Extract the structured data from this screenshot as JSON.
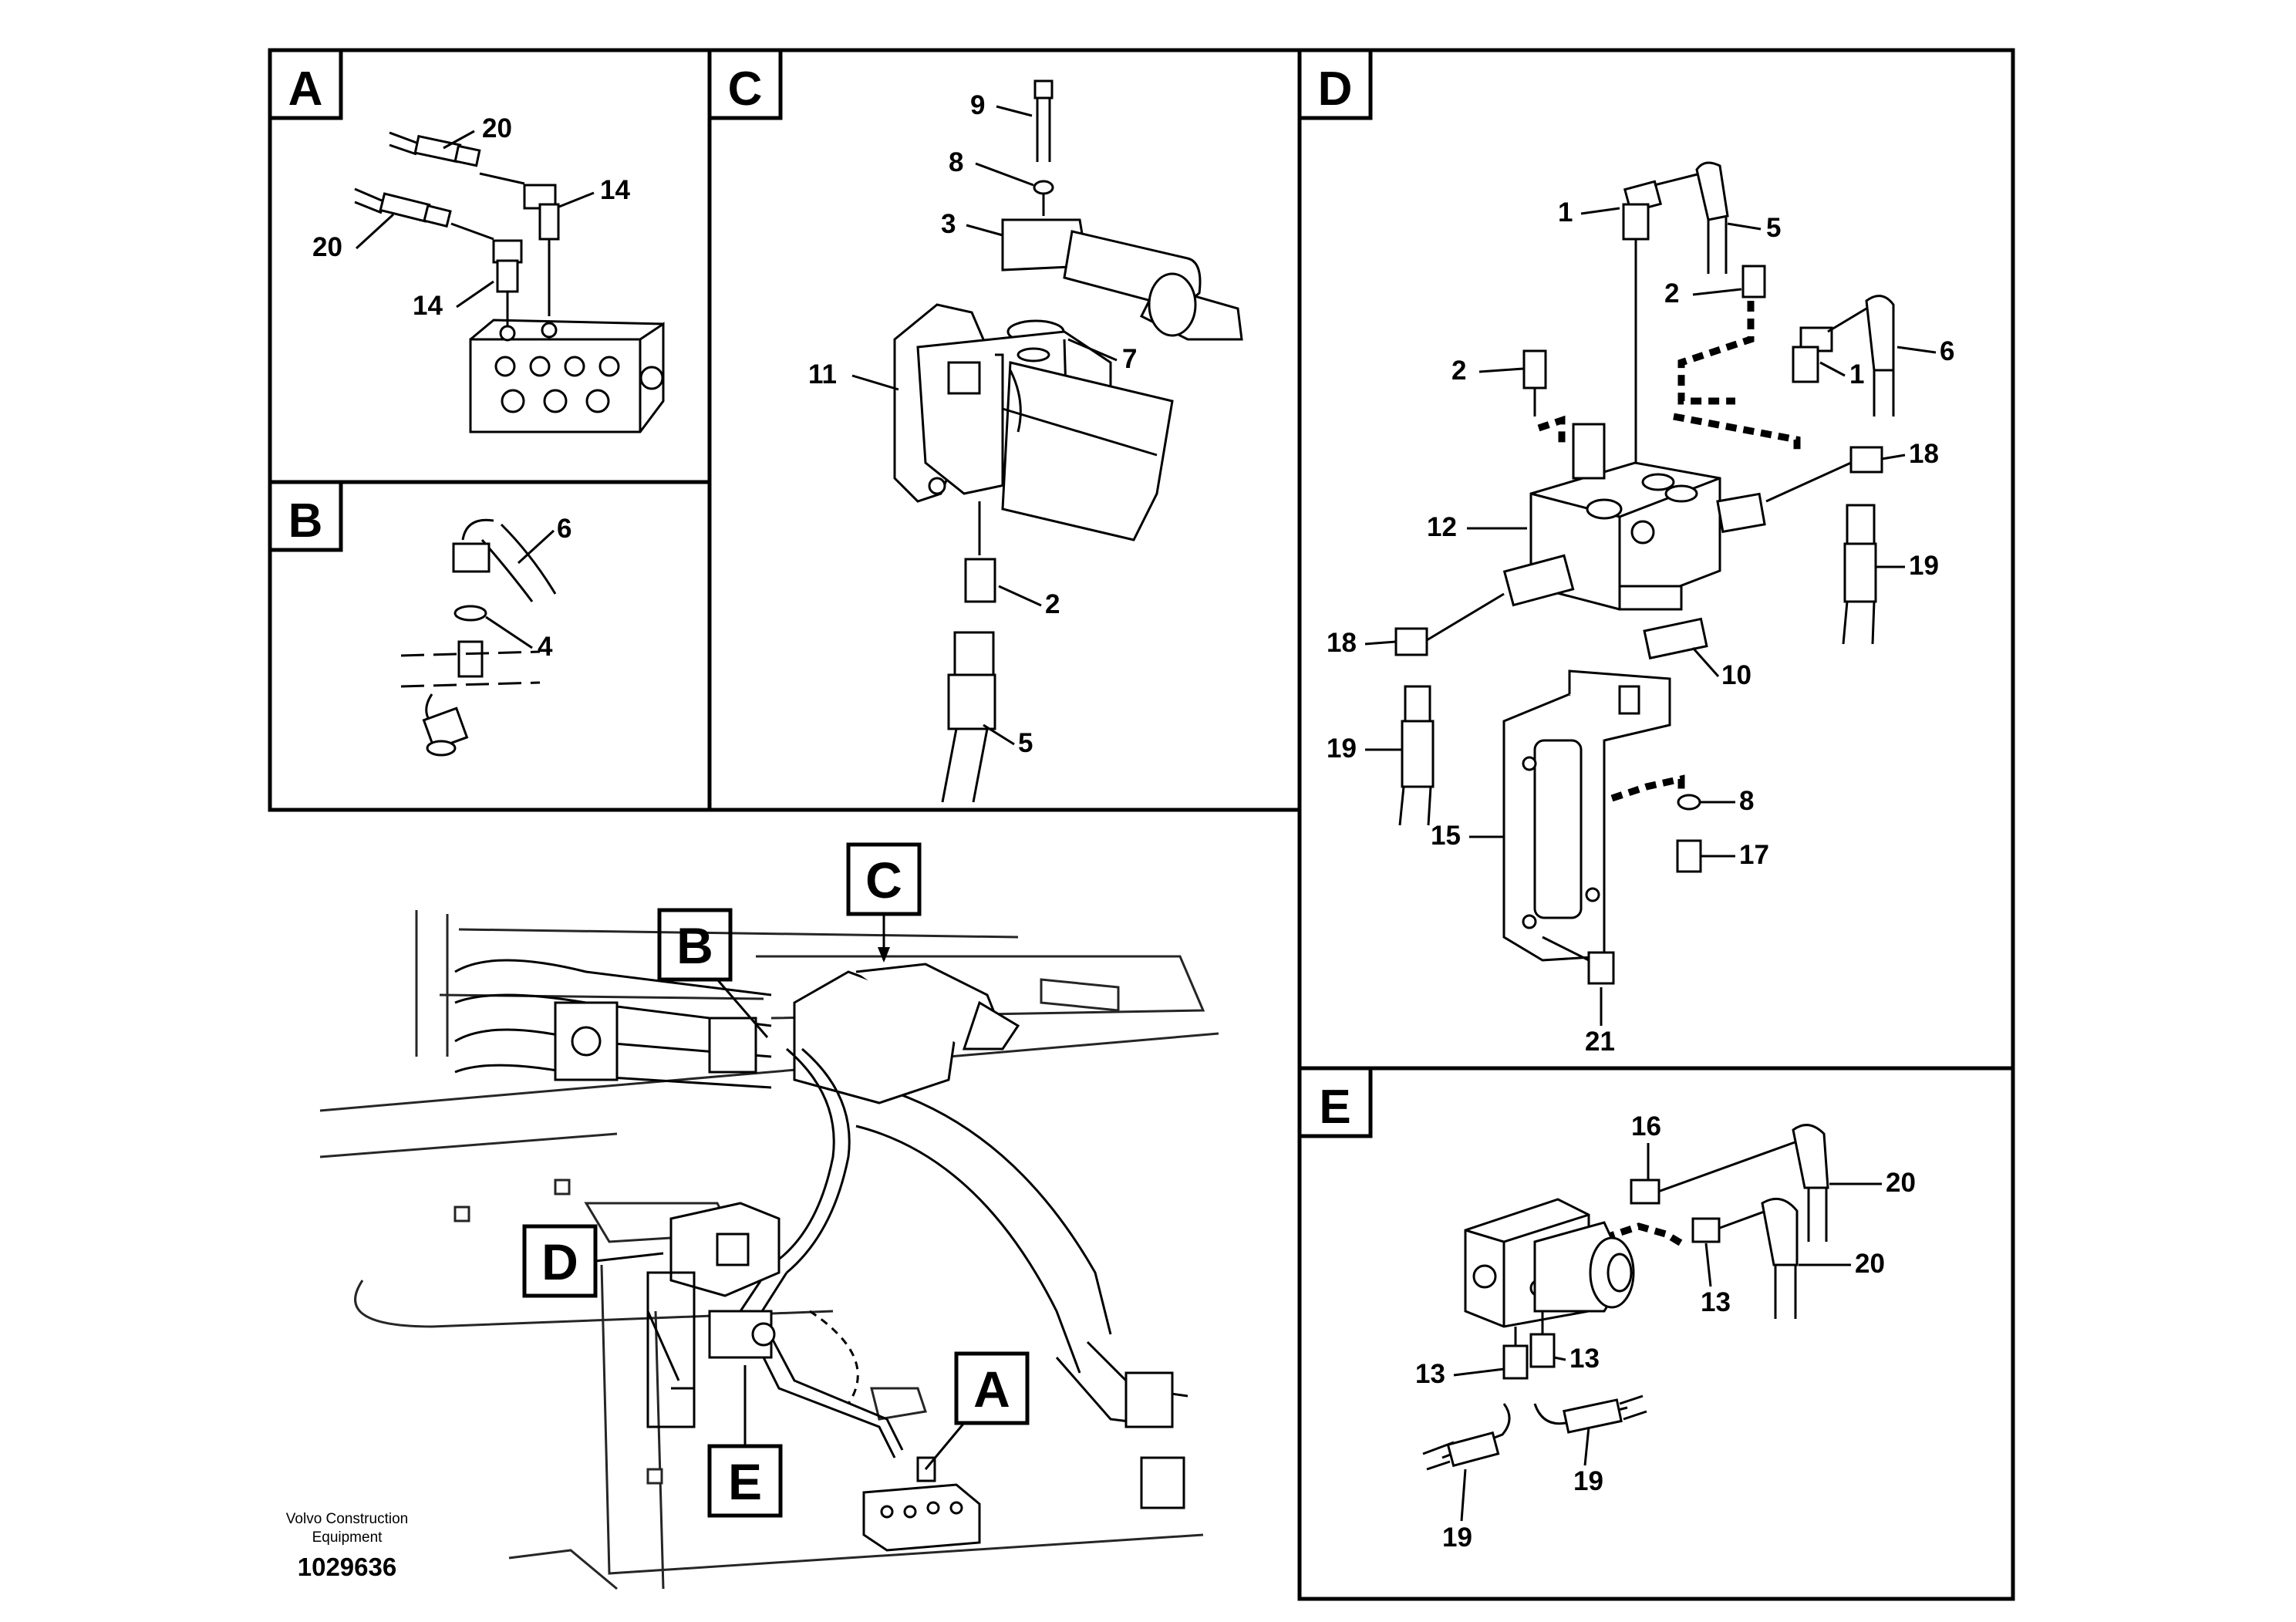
{
  "panels": {
    "A": {
      "label": "A",
      "callouts": [
        "20",
        "14",
        "20",
        "14"
      ]
    },
    "B": {
      "label": "B",
      "callouts": [
        "6",
        "4"
      ]
    },
    "C": {
      "label": "C",
      "callouts": [
        "9",
        "8",
        "3",
        "7",
        "11",
        "2",
        "5"
      ]
    },
    "D": {
      "label": "D",
      "callouts": [
        "1",
        "5",
        "2",
        "1",
        "6",
        "2",
        "18",
        "12",
        "19",
        "10",
        "18",
        "19",
        "8",
        "17",
        "15",
        "21"
      ]
    },
    "E": {
      "label": "E",
      "callouts": [
        "16",
        "20",
        "20",
        "13",
        "13",
        "13",
        "19",
        "19"
      ]
    }
  },
  "overview": {
    "labels": [
      "C",
      "B",
      "D",
      "A",
      "E"
    ]
  },
  "footer": {
    "brand_line1": "Volvo Construction",
    "brand_line2": "Equipment",
    "doc_number": "1029636"
  }
}
